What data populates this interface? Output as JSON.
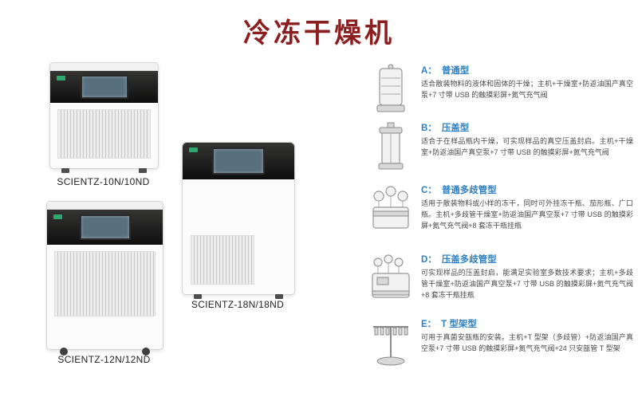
{
  "page": {
    "title": "冷冻干燥机"
  },
  "colors": {
    "title": "#8b1e1e",
    "accent": "#2e7fc1"
  },
  "products": [
    {
      "model": "SCIENTZ-10N/10ND"
    },
    {
      "model": "SCIENTZ-18N/18ND"
    },
    {
      "model": "SCIENTZ-12N/12ND"
    }
  ],
  "types": [
    {
      "letter": "A：",
      "name": "普通型",
      "desc": "适合散装物料的液体和固体的干燥；主机+干燥室+防返油国产真空泵+7 寸带 USB 的触摸彩屏+氮气充气阀"
    },
    {
      "letter": "B：",
      "name": "压盖型",
      "desc": "适合于在样品瓶内干燥，可实现样品的真空压盖封启。主机+干燥室+防返油国产真空泵+7 寸带 USB 的触摸彩屏+氮气充气阀"
    },
    {
      "letter": "C：",
      "name": "普通多歧管型",
      "desc": "适用于散装物料或小样的冻干，同时可外挂冻干瓶、茄形瓶、广口瓶。主机+多歧管干燥室+防返油国产真空泵+7 寸带 USB 的触摸彩屏+氮气充气阀+8 套冻干瓶挂瓶"
    },
    {
      "letter": "D：",
      "name": "压盖多歧管型",
      "desc": "可实现样品的压盖封启，能满足实验室多数技术要求；主机+多歧管干燥室+防返油国产真空泵+7 寸带 USB 的触摸彩屏+氮气充气阀+8 套冻干瓶挂瓶"
    },
    {
      "letter": "E：",
      "name": "T 型架型",
      "desc": "可用于真菌安瓿瓶的安装。主机+T 型架（多歧管）+防返油国产真空泵+7 寸带 USB 的触摸彩屏+氮气充气阀+24 只安瓿管 T 型架"
    }
  ]
}
